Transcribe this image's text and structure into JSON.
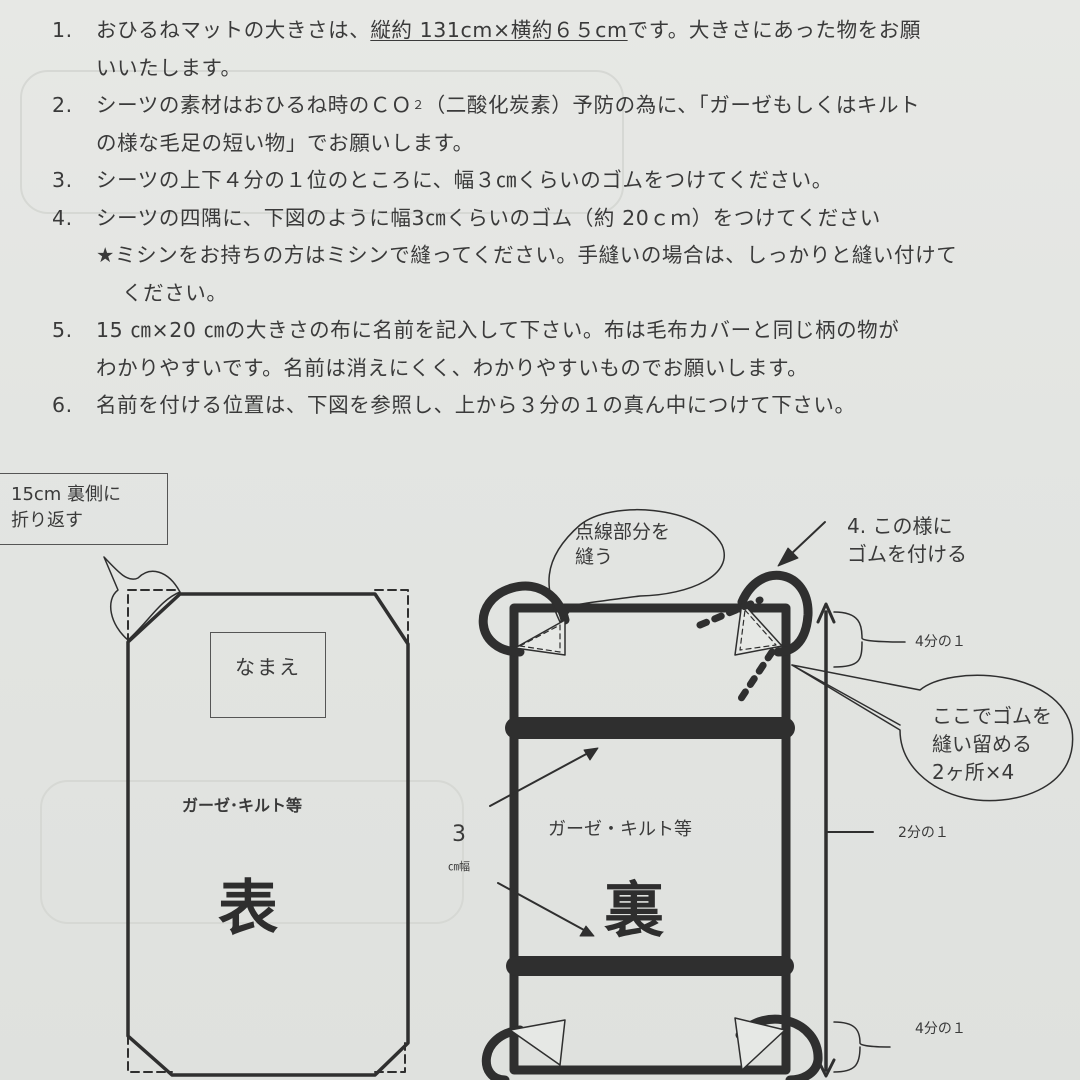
{
  "instructions": [
    {
      "number": "1.",
      "lines": [
        "おひるねマットの大きさは、",
        "縦約 131cm×横約６５cm",
        "です。大きさにあった物をお願",
        "いいたします。"
      ]
    },
    {
      "number": "2.",
      "lines": [
        "シーツの素材はおひるね時のＣＯ",
        "２",
        "（二酸化炭素）予防の為に、「ガーゼもしくはキルト",
        "の様な毛足の短い物」でお願いします。"
      ]
    },
    {
      "number": "3.",
      "lines": [
        "シーツの上下４分の１位のところに、幅３㎝くらいのゴムをつけてください。"
      ]
    },
    {
      "number": "4.",
      "lines": [
        "シーツの四隅に、下図のように幅3㎝くらいのゴム（約 20ｃｍ）をつけてください",
        "★ミシンをお持ちの方はミシンで縫ってください。手縫いの場合は、しっかりと縫い付けて",
        "ください。"
      ]
    },
    {
      "number": "5.",
      "lines": [
        "15 ㎝×20 ㎝の大きさの布に名前を記入して下さい。布は毛布カバーと同じ柄の物が",
        "わかりやすいです。名前は消えにくく、わかりやすいものでお願いします。"
      ]
    },
    {
      "number": "6.",
      "lines": [
        "名前を付ける位置は、下図を参照し、上から３分の１の真ん中につけて下さい。"
      ]
    }
  ],
  "diagram_front": {
    "fold_note": [
      "15cm 裏側に",
      "折り返す"
    ],
    "name_box": "なまえ",
    "material": "ガーゼ･キルト等",
    "side_label": "表"
  },
  "diagram_back": {
    "sew_bubble": [
      "点線部分を",
      "縫う"
    ],
    "elastic_note": [
      "4.  この様に",
      "ゴムを付ける"
    ],
    "quarter_top": "4分の１",
    "stitch_bubble": [
      "ここでゴムを",
      "縫い留める",
      "2ヶ所×4"
    ],
    "band_width_num": "3",
    "band_width_unit": "㎝幅",
    "material": "ガーゼ・キルト等",
    "side_label": "裏",
    "half": "2分の１",
    "quarter_bottom": "4分の１"
  },
  "colors": {
    "paper": "#e4e6e3",
    "ink": "#3a3a3a",
    "line": "#2f2f2f"
  }
}
